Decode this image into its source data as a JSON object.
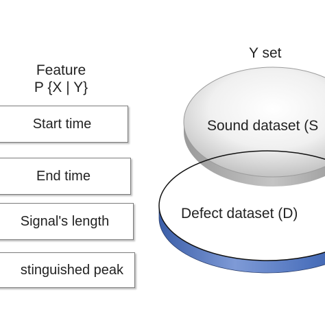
{
  "features": {
    "title": "Feature",
    "subtitle": "P {X | Y}",
    "items": [
      "Start time",
      "End time",
      "Signal's length",
      "stinguished peak"
    ]
  },
  "sets": {
    "title": "Y set",
    "sound_label": "Sound dataset (S",
    "defect_label": "Defect dataset (D)"
  },
  "colors": {
    "sound_fill": "#d4d4d4",
    "defect_side": "#4a70b8",
    "box_border": "#7a7a7a"
  }
}
